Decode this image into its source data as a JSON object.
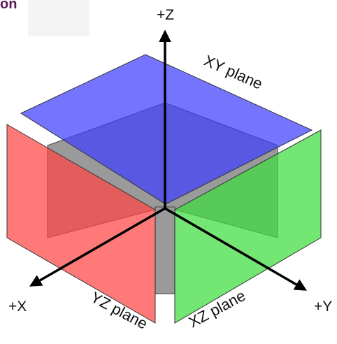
{
  "corner_fragment": {
    "text": "on",
    "color": "#5a1a5a"
  },
  "axes": {
    "z_label": "+Z",
    "x_label": "+X",
    "y_label": "+Y"
  },
  "planes": {
    "xy": {
      "label": "XY plane",
      "color": "#3f3fff"
    },
    "yz": {
      "label": "YZ plane",
      "color": "#ff4545"
    },
    "xz": {
      "label": "XZ plane",
      "color": "#3fdc3f"
    }
  },
  "cube_color": "#9a9a9a",
  "axis_color": "#000000"
}
